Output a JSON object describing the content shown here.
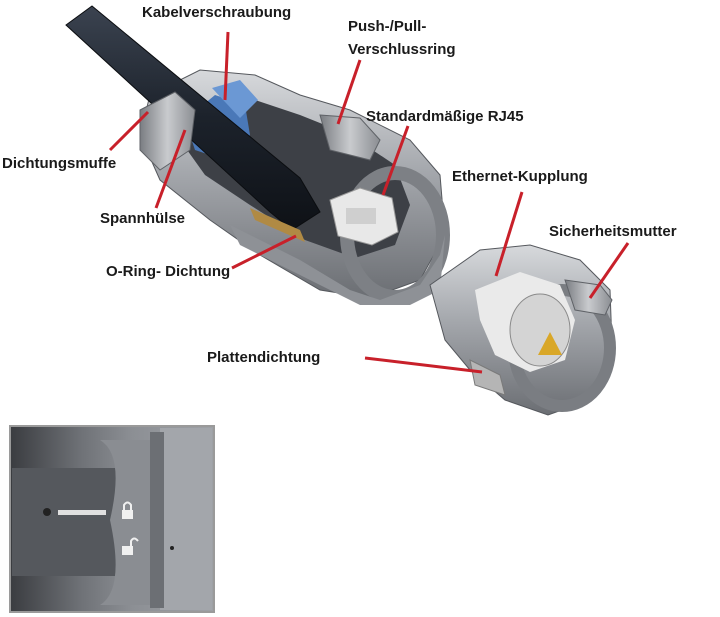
{
  "labels": {
    "kabelverschraubung": "Kabelverschraubung",
    "push_pull_line1": "Push-/Pull-",
    "push_pull_line2": "Verschlussring",
    "standard_rj45": "Standardmäßige RJ45",
    "dichtungsmuffe": "Dichtungsmuffe",
    "ethernet_kupplung": "Ethernet-Kupplung",
    "spannhuelse": "Spannhülse",
    "sicherheitsmutter": "Sicherheitsmutter",
    "o_ring": "O-Ring- Dichtung",
    "plattendichtung": "Plattendichtung"
  },
  "colors": {
    "leader": "#c8202a",
    "label_text": "#1a1a1a",
    "cable": "#1e2530",
    "metal": "#a9acb1",
    "seal_blue": "#4a78b8",
    "rj45_insert": "#e8e8e8",
    "inset_border": "#9a9a9a"
  },
  "inset": {
    "icons": [
      "lock-closed-icon",
      "lock-open-icon"
    ]
  }
}
